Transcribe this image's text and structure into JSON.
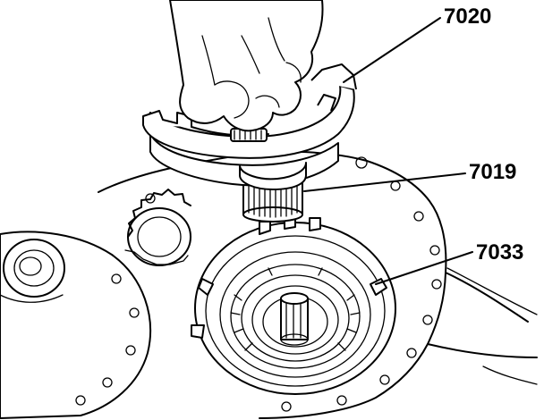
{
  "callouts": [
    {
      "id": "tool",
      "label": "7020"
    },
    {
      "id": "shaft",
      "label": "7019"
    },
    {
      "id": "clutch",
      "label": "7033"
    }
  ]
}
